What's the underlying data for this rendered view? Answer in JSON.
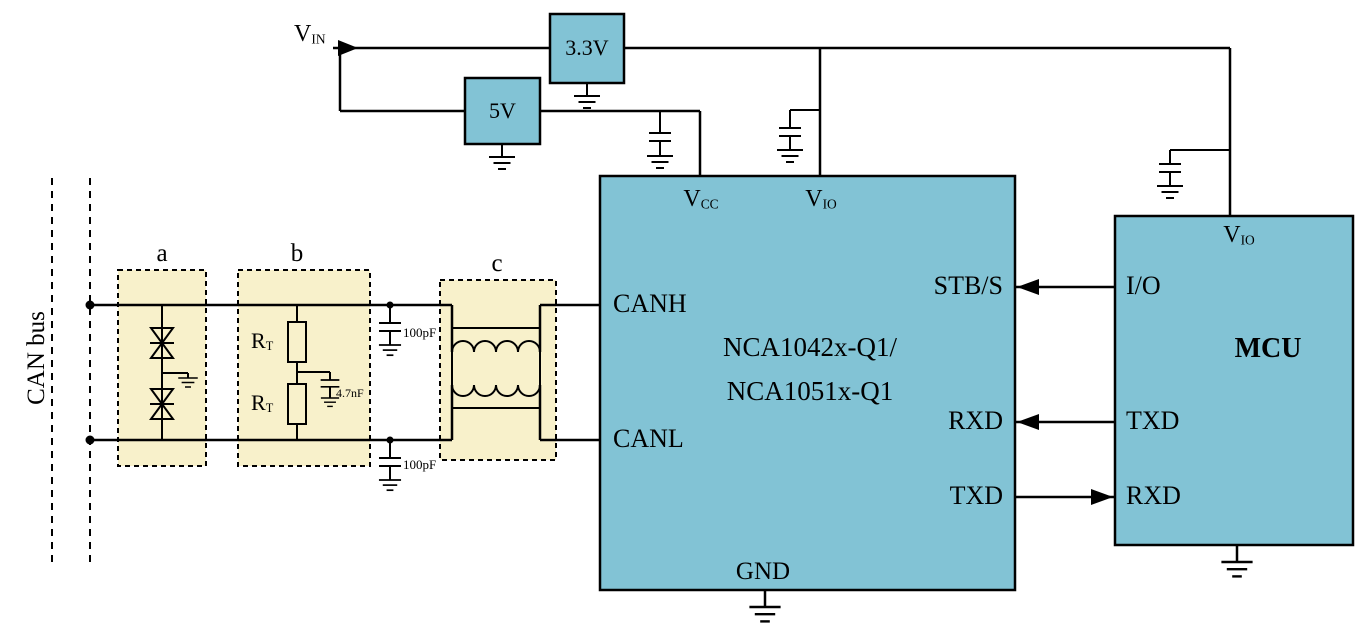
{
  "bus": {
    "label": "CAN bus"
  },
  "blocks": {
    "a": "a",
    "b": "b",
    "c": "c"
  },
  "power": {
    "vin": {
      "main": "V",
      "sub": "IN"
    },
    "reg33": "3.3V",
    "reg5": "5V"
  },
  "components": {
    "rt1": {
      "main": "R",
      "sub": "T"
    },
    "rt2": {
      "main": "R",
      "sub": "T"
    },
    "split_cap": "4.7nF",
    "canh_cap": "100pF",
    "canl_cap": "100pF"
  },
  "transceiver": {
    "name_line1": "NCA1042x-Q1/",
    "name_line2": "NCA1051x-Q1",
    "pin_vcc": {
      "main": "V",
      "sub": "CC"
    },
    "pin_vio": {
      "main": "V",
      "sub": "IO"
    },
    "pin_canh": "CANH",
    "pin_canl": "CANL",
    "pin_stb": "STB/S",
    "pin_rxd": "RXD",
    "pin_txd": "TXD",
    "pin_gnd": "GND"
  },
  "mcu": {
    "name": "MCU",
    "pin_vio": {
      "main": "V",
      "sub": "IO"
    },
    "pin_io": "I/O",
    "pin_txd": "TXD",
    "pin_rxd": "RXD"
  },
  "colors": {
    "module_fill": "#82c3d5",
    "highlight_fill": "#f8f1cb",
    "wire": "#000000"
  }
}
